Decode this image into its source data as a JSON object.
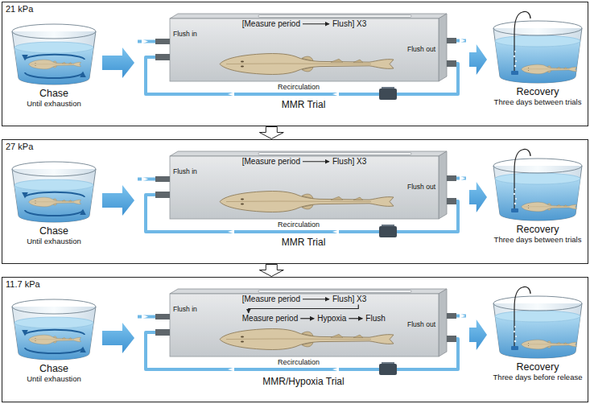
{
  "diagram": {
    "nodes": [
      {
        "text": [
          "21 kPa"
        ]
      },
      {
        "text": [
          "Chase",
          "Until exhaustion"
        ],
        "in": 0
      },
      {
        "text": [
          "[Measure period",
          "Flush] X3",
          "MMR Trial"
        ],
        "in": 0
      },
      {
        "text": [
          "Recovery",
          "Three days between trials"
        ],
        "in": 0
      },
      {
        "text": [
          "27 kPa"
        ]
      },
      {
        "text": [
          "Chase",
          "Until exhaustion"
        ],
        "in": 4
      },
      {
        "text": [
          "[Measure period",
          "Flush] X3",
          "MMR Trial"
        ],
        "in": 4
      },
      {
        "text": [
          "Recovery",
          "Three days between trials"
        ],
        "in": 4
      },
      {
        "text": [
          "11.7 kPa"
        ]
      },
      {
        "text": [
          "Chase",
          "Until exhaustion"
        ],
        "in": 8
      },
      {
        "text": [
          "[Measure period",
          "Flush] X3",
          "Measure period",
          "Hypoxia",
          "Flush",
          "MMR/Hypoxia Trial"
        ],
        "in": 8
      },
      {
        "text": [
          "Recovery",
          "Three days before release"
        ],
        "in": 8
      }
    ],
    "edges": [
      {
        "from": 1,
        "to": 2,
        "arrow": "to"
      },
      {
        "from": 2,
        "to": 3,
        "arrow": "to"
      },
      {
        "from": 0,
        "to": 4,
        "arrow": "to"
      },
      {
        "from": 5,
        "to": 6,
        "arrow": "to"
      },
      {
        "from": 6,
        "to": 7,
        "arrow": "to"
      },
      {
        "from": 4,
        "to": 8,
        "arrow": "to"
      },
      {
        "from": 9,
        "to": 10,
        "arrow": "to"
      },
      {
        "from": 10,
        "to": 11,
        "arrow": "to"
      }
    ],
    "labels": [
      "Flush in",
      "Flush out",
      "Recirculation",
      "Flush in",
      "Flush out",
      "Recirculation",
      "Flush in",
      "Flush out",
      "Recirculation"
    ]
  }
}
